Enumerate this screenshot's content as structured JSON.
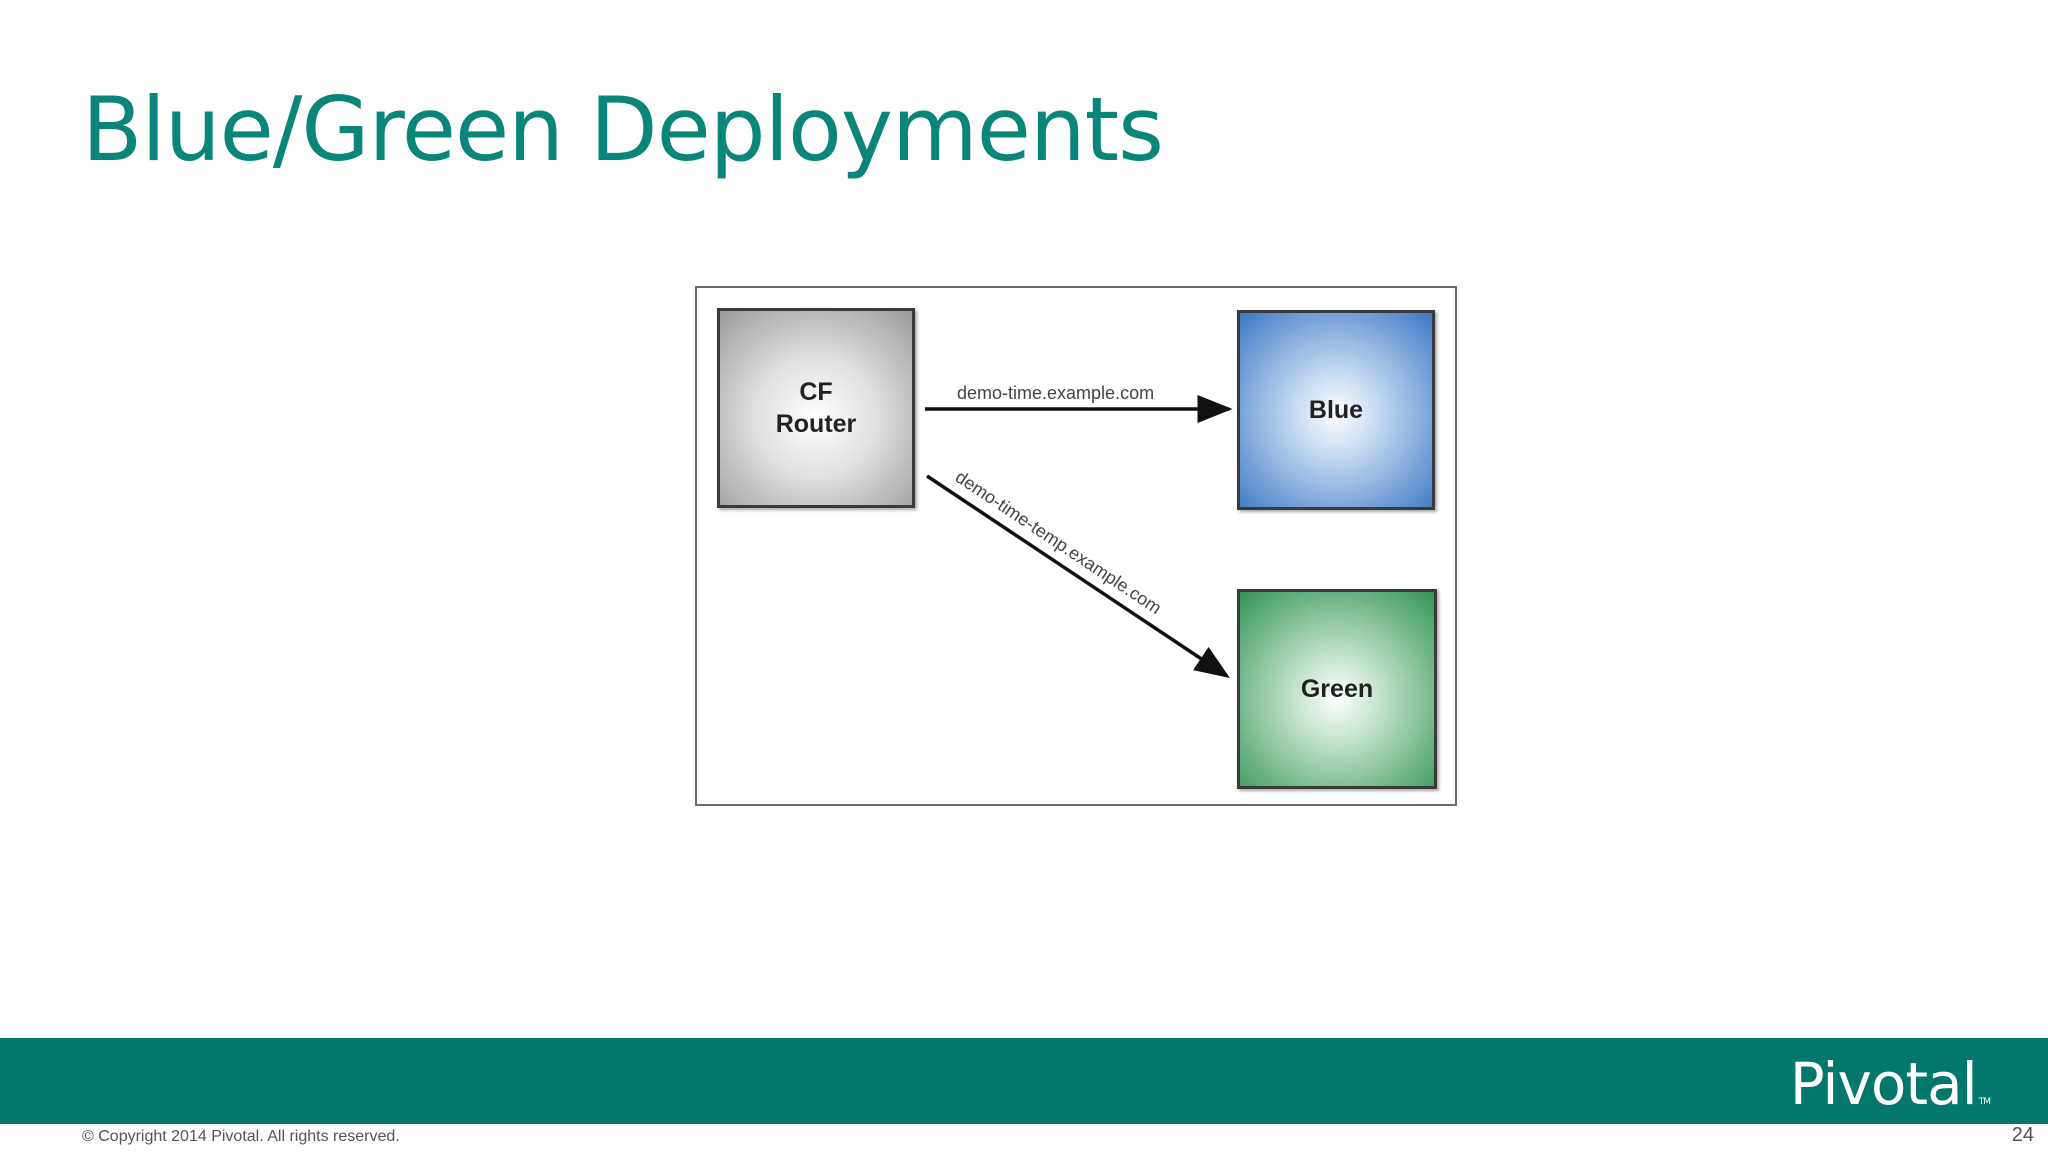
{
  "slide": {
    "title": "Blue/Green Deployments",
    "page_number": "24",
    "copyright": "© Copyright 2014 Pivotal. All rights reserved.",
    "logo_text": "Pivotal",
    "logo_trademark": "TM"
  },
  "diagram": {
    "nodes": {
      "router": "CF\nRouter",
      "blue": "Blue",
      "green": "Green"
    },
    "edges": {
      "to_blue": "demo-time.example.com",
      "to_green": "demo-time-temp.example.com"
    }
  },
  "colors": {
    "title": "#0a857a",
    "footer_bar": "#02776c",
    "blue_node": "#4f86cc",
    "green_node": "#46a065",
    "router_node": "#9a9a9a"
  }
}
